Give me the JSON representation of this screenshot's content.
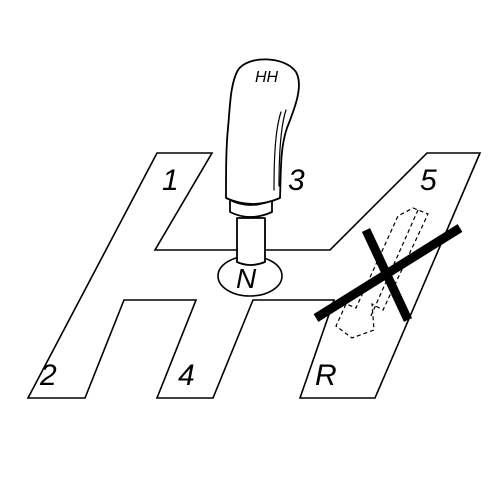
{
  "gear_labels": {
    "first": "1",
    "second": "2",
    "third": "3",
    "fourth": "4",
    "fifth": "5",
    "reverse": "R",
    "neutral": "N"
  },
  "knob_pattern": "HH",
  "colors": {
    "line": "#000000",
    "fill": "#ffffff"
  }
}
